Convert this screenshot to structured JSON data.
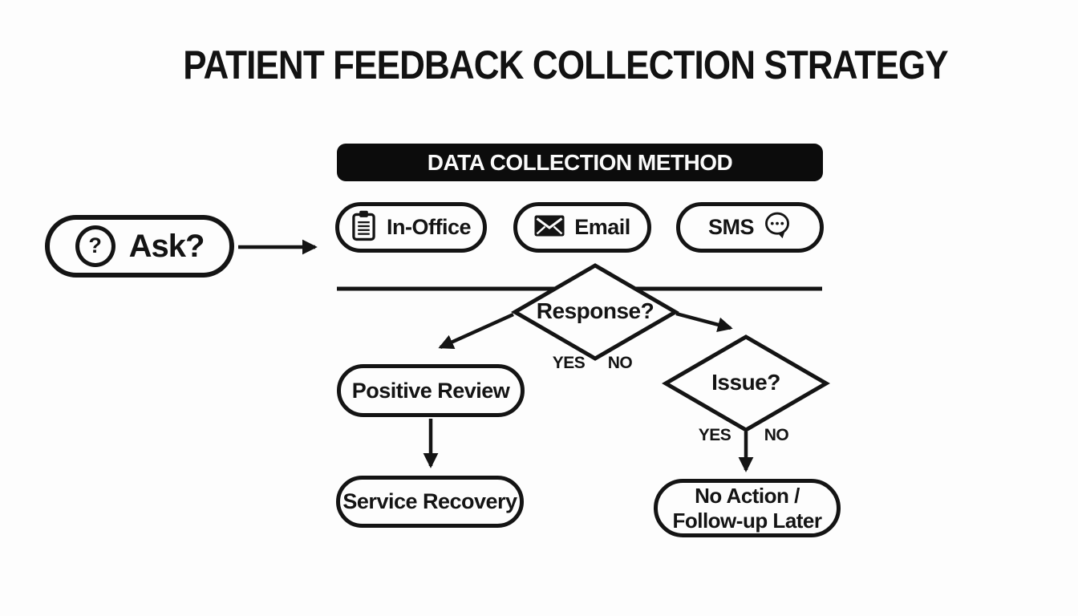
{
  "title": "PATIENT FEEDBACK COLLECTION STRATEGY",
  "header": {
    "label": "DATA COLLECTION METHOD"
  },
  "start": {
    "label": "Ask?",
    "icon": "question-circle-icon",
    "question_glyph": "?"
  },
  "methods": [
    {
      "label": "In-Office",
      "icon": "clipboard-icon"
    },
    {
      "label": "Email",
      "icon": "envelope-icon"
    },
    {
      "label": "SMS",
      "icon": "speech-bubble-icon"
    }
  ],
  "decisions": [
    {
      "label": "Response?",
      "yes_label": "YES",
      "no_label": "NO"
    },
    {
      "label": "Issue?",
      "yes_label": "YES",
      "no_label": "NO"
    }
  ],
  "outcomes": {
    "positive": {
      "label": "Positive Review"
    },
    "recovery": {
      "label": "Service Recovery"
    },
    "no_action": {
      "line1": "No Action /",
      "line2": "Follow-up Later"
    }
  },
  "colors": {
    "ink": "#141414",
    "background": "#fdfdfd",
    "header_bg": "#0c0c0c",
    "header_text": "#fafafa"
  }
}
